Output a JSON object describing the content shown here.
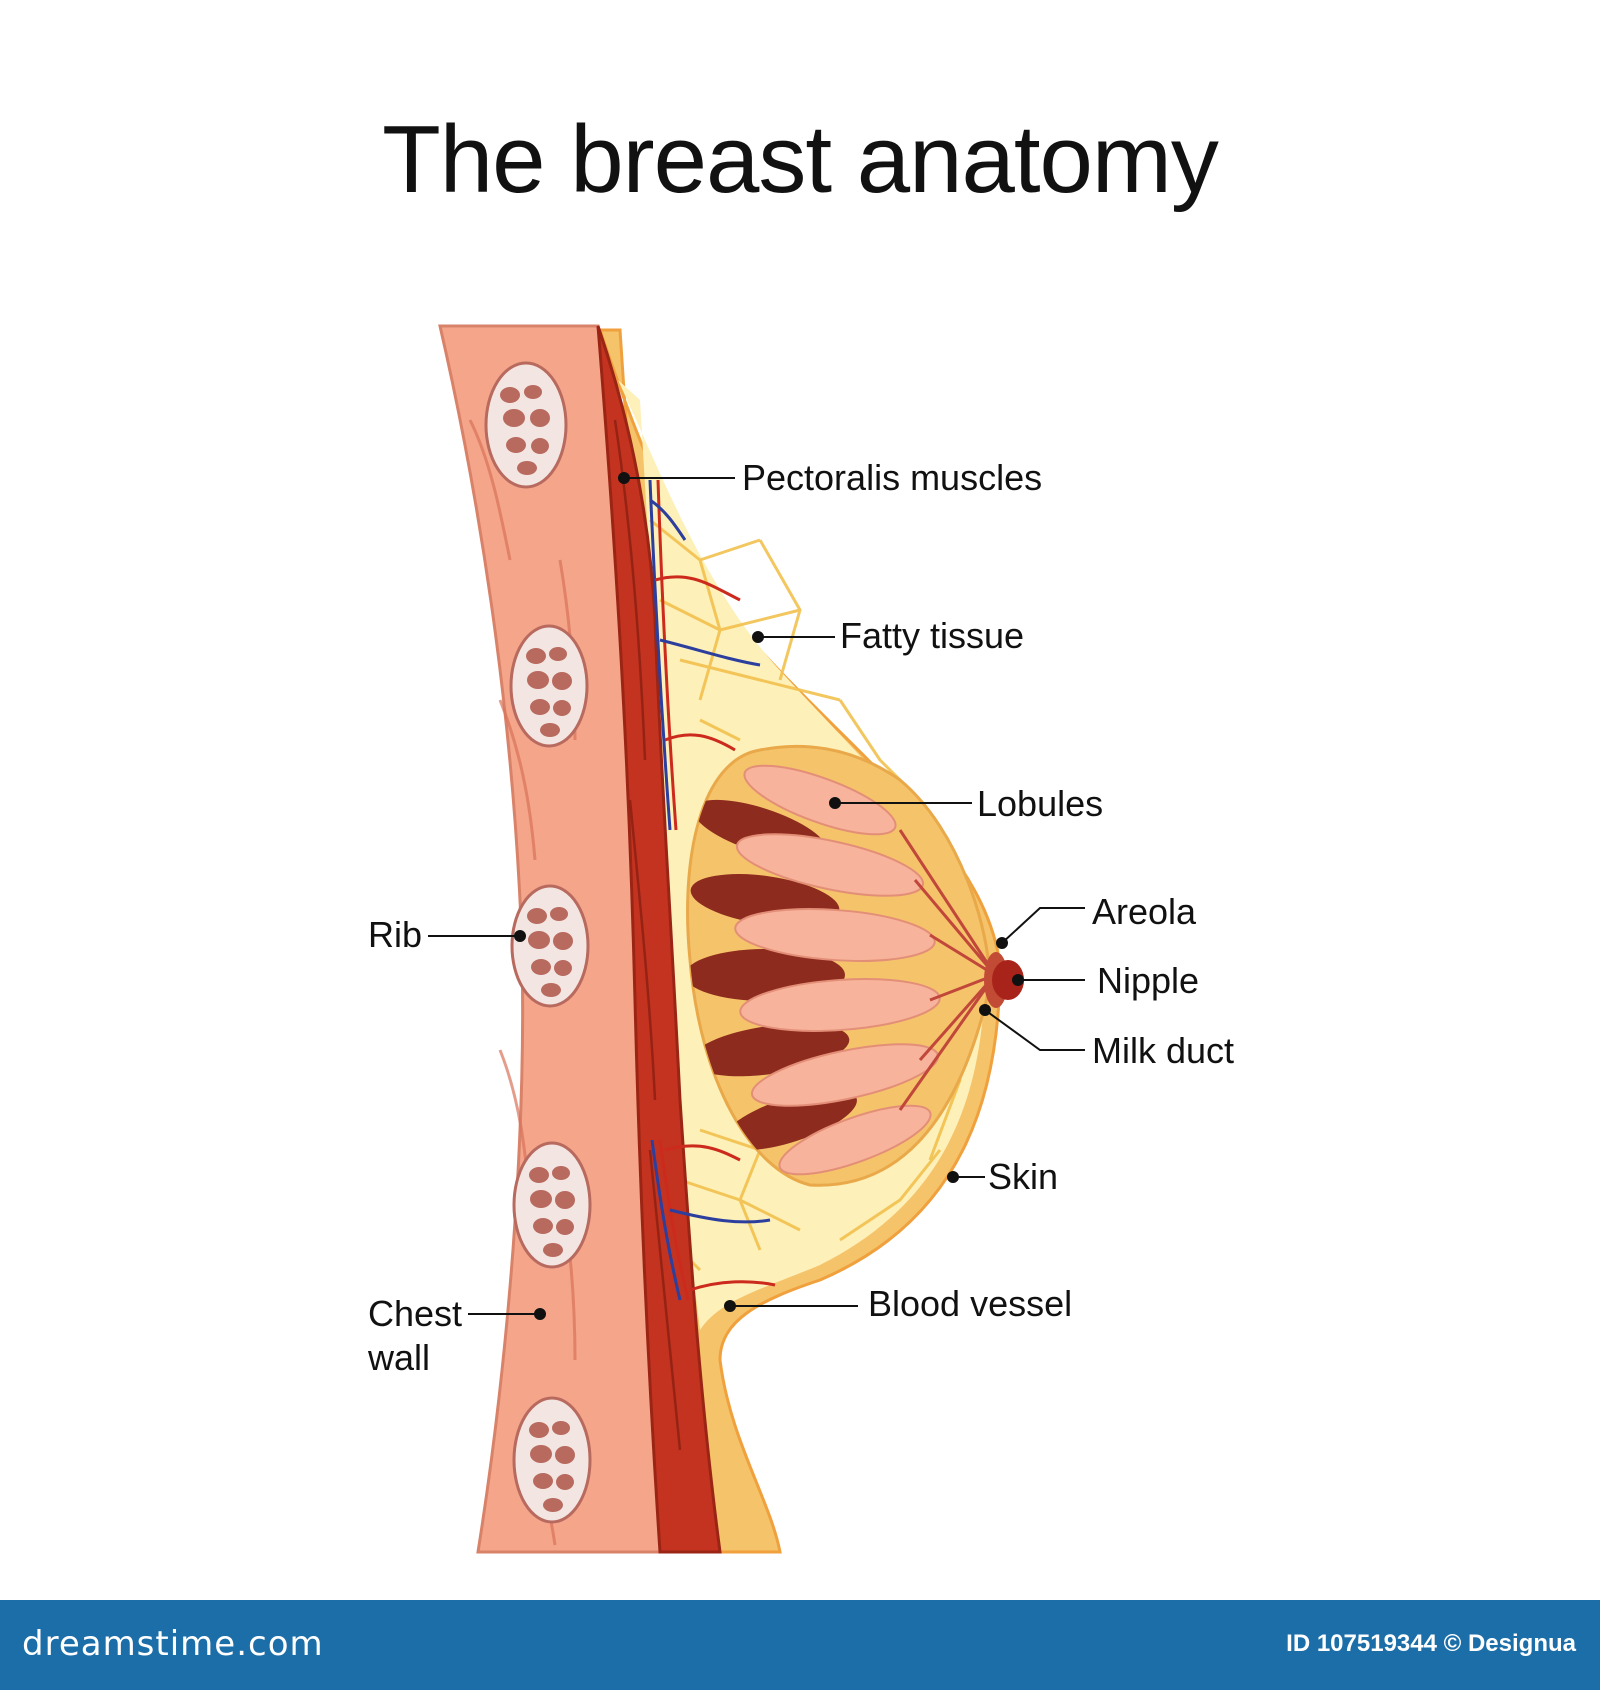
{
  "title": "The breast anatomy",
  "labels": {
    "pectoralis": "Pectoralis muscles",
    "fatty": "Fatty tissue",
    "lobules": "Lobules",
    "areola": "Areola",
    "nipple": "Nipple",
    "milk_duct": "Milk duct",
    "skin": "Skin",
    "blood_vessel": "Blood vessel",
    "rib": "Rib",
    "chest_line1": "Chest",
    "chest_line2": "wall"
  },
  "footer": {
    "brand": "dreamstime.com",
    "credit": "ID 107519344 © Designua"
  },
  "colors": {
    "chest_wall": "#f4a58a",
    "muscle": "#c4331f",
    "fat": "#fdf0b8",
    "fat_lines": "#f2c14e",
    "lobule": "#f7b39b",
    "lobule_dark": "#8e2b1f",
    "nipple": "#a8241a",
    "rib": "#b86a5f",
    "footer_bg": "#1b6ea8"
  }
}
